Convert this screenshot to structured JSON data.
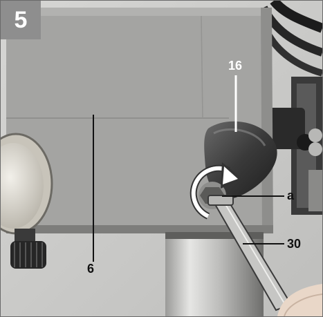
{
  "figure": {
    "number": "5"
  },
  "callouts": {
    "c16": "16",
    "c6": "6",
    "ca": "a",
    "c30": "30"
  },
  "colors": {
    "housing": "#a4a4a2",
    "housing_shadow": "#7d7d7b",
    "column": "#c4c4c2",
    "dark_metal": "#2b2b2b",
    "badge": "#8e8e8e"
  }
}
